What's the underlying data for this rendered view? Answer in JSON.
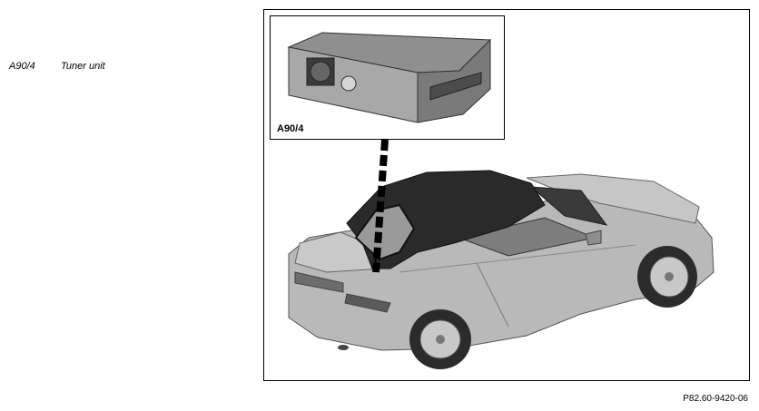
{
  "legend": {
    "items": [
      {
        "code": "A90/4",
        "description": "Tuner unit"
      }
    ]
  },
  "inset": {
    "label": "A90/4"
  },
  "figure": {
    "reference": "P82.60-9420-06"
  },
  "colors": {
    "line": "#000000",
    "car_body": "#b9b9b9",
    "soft_top": "#2a2a2a",
    "unit_body": "#9a9a9a"
  }
}
